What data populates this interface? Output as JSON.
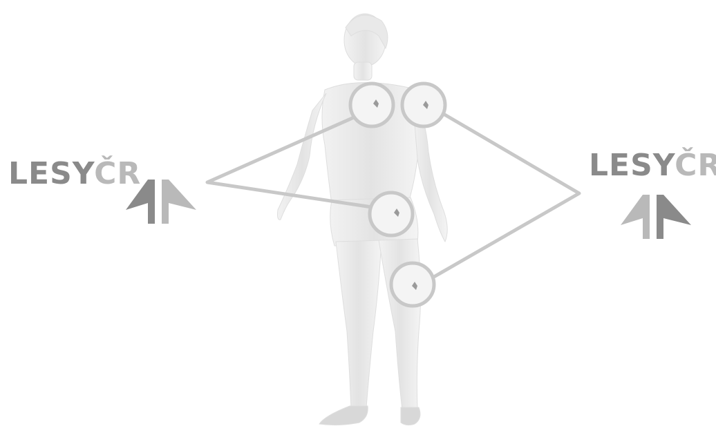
{
  "logos": [
    {
      "name": "logo-left",
      "wordmark_a": "LESY",
      "wordmark_b": "ČR"
    },
    {
      "name": "logo-right",
      "wordmark_a": "LESY",
      "wordmark_b": "ČR"
    }
  ],
  "colors": {
    "background": "#ffffff",
    "connector_line": "#c8c8c8",
    "logo_dark": "#8a8a8a",
    "logo_light": "#b9b9b9",
    "figure": "#e6e6e6"
  }
}
